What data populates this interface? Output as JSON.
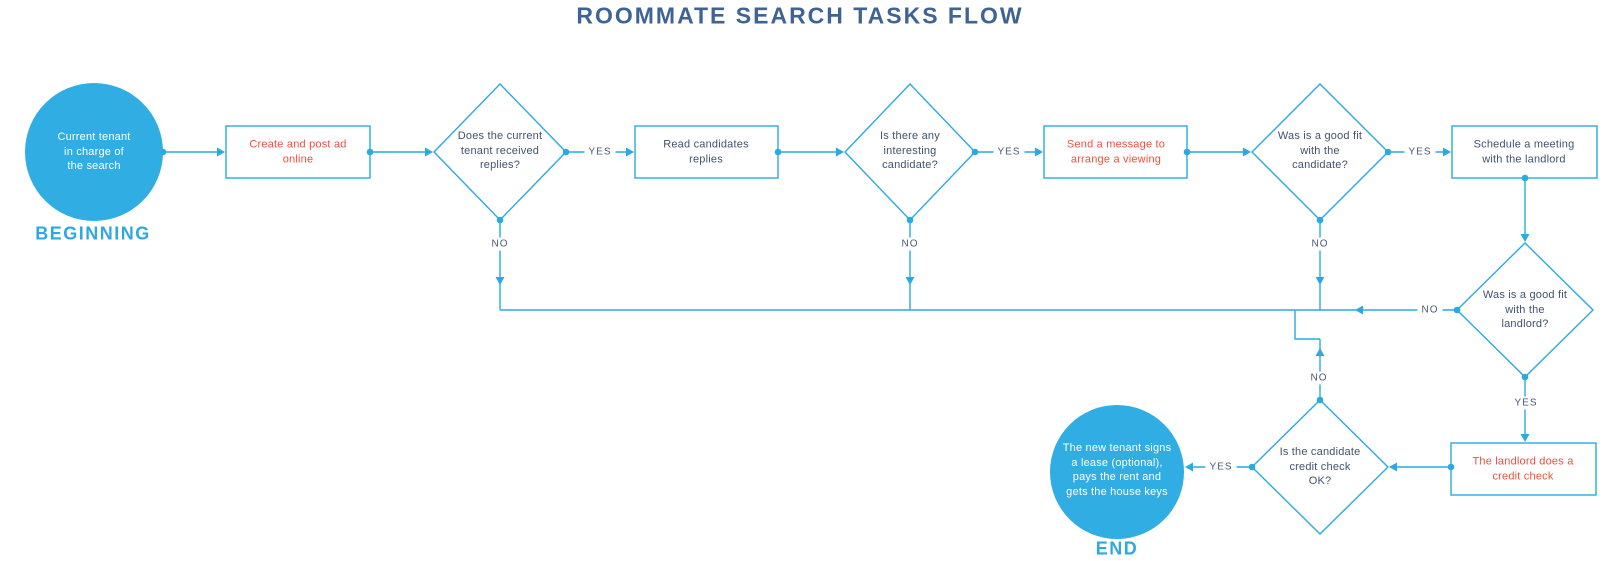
{
  "title": "ROOMMATE SEARCH TASKS FLOW",
  "labels": {
    "beginning": "BEGINNING",
    "end": "END",
    "yes": "YES",
    "no": "NO"
  },
  "colors": {
    "line_blue": "#29ABE2",
    "circle_fill_blue": "#30AEE4",
    "title_blue": "#3E6394",
    "label_blue": "#2FA8E1",
    "text_navy": "#41536F",
    "text_red": "#F2503C",
    "background": "#FFFFFF"
  },
  "nodes": {
    "start": {
      "type": "start-circle",
      "lines": [
        "Current tenant",
        "in charge of",
        "the search"
      ]
    },
    "create_ad": {
      "type": "process",
      "lines": [
        "Create and post ad",
        "online"
      ]
    },
    "received_replies": {
      "type": "decision",
      "lines": [
        "Does the current",
        "tenant received",
        "replies?"
      ]
    },
    "read_replies": {
      "type": "process",
      "lines": [
        "Read candidates",
        "replies"
      ]
    },
    "interesting_candidate": {
      "type": "decision",
      "lines": [
        "Is there any",
        "interesting",
        "candidate?"
      ]
    },
    "send_message": {
      "type": "process",
      "lines": [
        "Send a message to",
        "arrange a viewing"
      ]
    },
    "good_fit_candidate": {
      "type": "decision",
      "lines": [
        "Was is a good fit",
        "with the",
        "candidate?"
      ]
    },
    "schedule_meeting": {
      "type": "process",
      "lines": [
        "Schedule a meeting",
        "with the landlord"
      ]
    },
    "good_fit_landlord": {
      "type": "decision",
      "lines": [
        "Was is a good fit",
        "with the",
        "landlord?"
      ]
    },
    "landlord_credit_check": {
      "type": "process",
      "lines": [
        "The landlord does a",
        "credit check"
      ]
    },
    "credit_check_ok": {
      "type": "decision",
      "lines": [
        "Is the candidate",
        "credit check",
        "OK?"
      ]
    },
    "end": {
      "type": "end-circle",
      "lines": [
        "The new tenant signs",
        "a lease (optional),",
        "pays the rent and",
        "gets the house keys"
      ]
    }
  }
}
